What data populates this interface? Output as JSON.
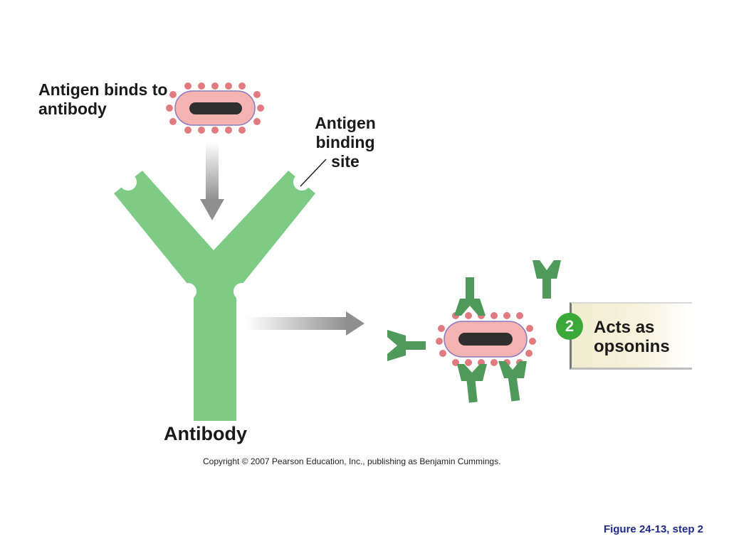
{
  "labels": {
    "antigen_binds": "Antigen binds to antibody",
    "binding_site": "Antigen binding site",
    "antibody": "Antibody",
    "copyright": "Copyright © 2007 Pearson Education, Inc., publishing as Benjamin Cummings.",
    "figure_caption": "Figure 24-13, step 2"
  },
  "step": {
    "number": "2",
    "text": "Acts as opsonins"
  },
  "colors": {
    "antibody": "#7ecb86",
    "antibody_small": "#4f9a5a",
    "antigen_body": "#f2b3b1",
    "antigen_outline": "#8a78c0",
    "antigen_dots": "#e27b80",
    "antigen_core": "#2f2f2f",
    "step_badge": "#3aa93a",
    "caption": "#1f2a8a"
  }
}
